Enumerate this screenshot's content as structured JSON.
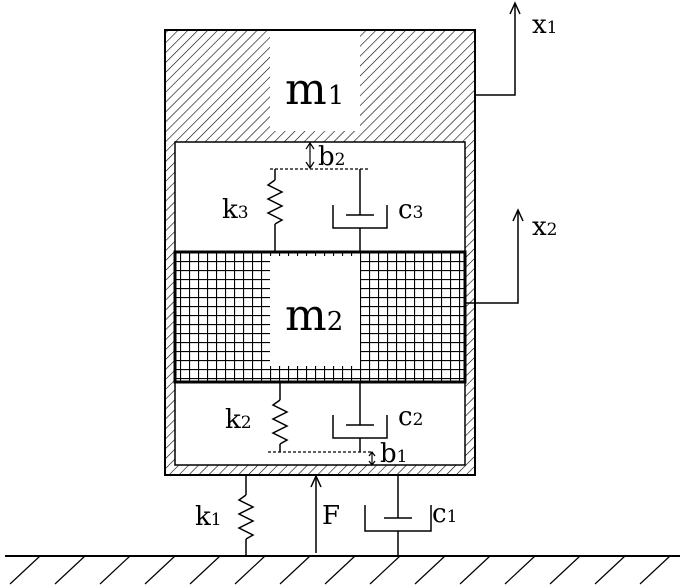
{
  "labels": {
    "m1": "m",
    "m1_sub": "1",
    "m2": "m",
    "m2_sub": "2",
    "x1": "x",
    "x1_sub": "1",
    "x2": "x",
    "x2_sub": "2",
    "k1": "k",
    "k1_sub": "1",
    "k2": "k",
    "k2_sub": "2",
    "k3": "k",
    "k3_sub": "3",
    "c1": "c",
    "c1_sub": "1",
    "c2": "c",
    "c2_sub": "2",
    "c3": "c",
    "c3_sub": "3",
    "b1": "b",
    "b1_sub": "1",
    "b2": "b",
    "b2_sub": "2",
    "F": "F"
  },
  "colors": {
    "line": "#000000",
    "background": "#ffffff"
  }
}
